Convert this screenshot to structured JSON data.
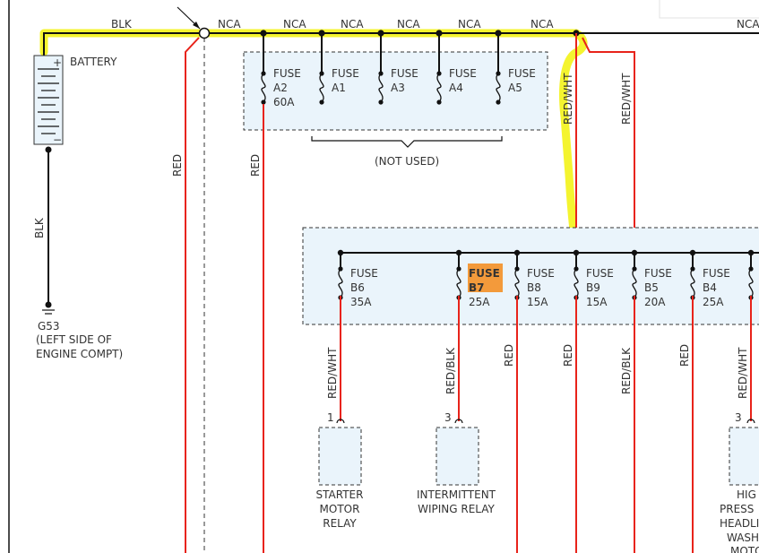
{
  "wire_colors": {
    "blk": "BLK",
    "nca": "NCA",
    "red": "RED",
    "red_wht": "RED/WHT",
    "red_blk": "RED/BLK"
  },
  "battery": {
    "label": "BATTERY",
    "plus": "+",
    "minus": "−"
  },
  "ground": {
    "id": "G53",
    "location_line1": "(LEFT SIDE OF",
    "location_line2": "ENGINE COMPT)"
  },
  "fuse_block_a": {
    "fuses": [
      {
        "name": "FUSE",
        "id": "A2",
        "rating": "60A"
      },
      {
        "name": "FUSE",
        "id": "A1",
        "rating": ""
      },
      {
        "name": "FUSE",
        "id": "A3",
        "rating": ""
      },
      {
        "name": "FUSE",
        "id": "A4",
        "rating": ""
      },
      {
        "name": "FUSE",
        "id": "A5",
        "rating": ""
      }
    ],
    "not_used_label": "(NOT USED)"
  },
  "fuse_block_b": {
    "fuses": [
      {
        "name": "FUSE",
        "id": "B6",
        "rating": "35A"
      },
      {
        "name": "FUSE",
        "id": "B7",
        "rating": "25A",
        "highlighted": true
      },
      {
        "name": "FUSE",
        "id": "B8",
        "rating": "15A"
      },
      {
        "name": "FUSE",
        "id": "B9",
        "rating": "15A"
      },
      {
        "name": "FUSE",
        "id": "B5",
        "rating": "20A"
      },
      {
        "name": "FUSE",
        "id": "B4",
        "rating": "25A"
      }
    ]
  },
  "relays": [
    {
      "pin": "1",
      "line1": "STARTER",
      "line2": "MOTOR",
      "line3": "RELAY"
    },
    {
      "pin": "3",
      "line1": "INTERMITTENT",
      "line2": "WIPING RELAY",
      "line3": ""
    },
    {
      "pin": "3",
      "line1": "HIG",
      "line2": "PRESS",
      "line3": "HEADLI",
      "line4": "WASH",
      "line5": "MOTO"
    }
  ],
  "colors": {
    "highlight": "#f2f20a",
    "fuse_highlight": "#f39a3b",
    "wire_red": "#e8231a",
    "box_fill": "#eaf4fb"
  }
}
